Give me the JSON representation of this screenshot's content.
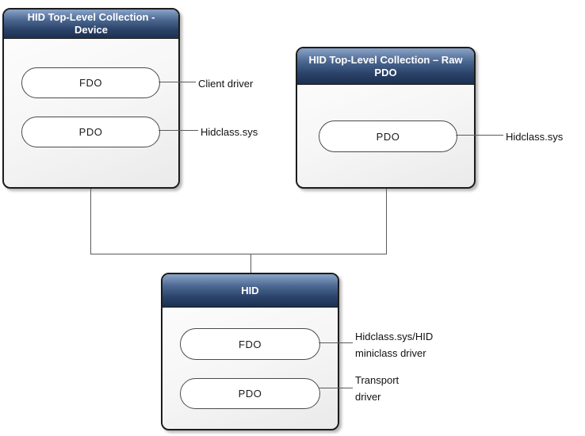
{
  "diagram": {
    "type": "block-diagram",
    "subject": "HID device object stacks",
    "colors": {
      "header_gradient_top": "#8aa3c8",
      "header_gradient_bottom": "#1d3050",
      "header_text": "#ffffff",
      "node_border": "#1c1c1c",
      "node_body_top": "#fefefe",
      "node_body_bottom": "#eaeaea",
      "pill_fill": "#ffffff",
      "pill_border": "#4a4a4a",
      "connector": "#5a5a5a",
      "annotation_text": "#111111"
    }
  },
  "nodes": [
    {
      "id": "tlc-device",
      "title": "HID Top-Level Collection - Device",
      "pills": [
        {
          "label": "FDO",
          "annotation": "Client driver"
        },
        {
          "label": "PDO",
          "annotation": "Hidclass.sys"
        }
      ]
    },
    {
      "id": "tlc-raw-pdo",
      "title": "HID Top-Level Collection – Raw PDO",
      "pills": [
        {
          "label": "PDO",
          "annotation": "Hidclass.sys"
        }
      ]
    },
    {
      "id": "hid",
      "title": "HID",
      "pills": [
        {
          "label": "FDO",
          "annotation": "Hidclass.sys/HID\nminiclass driver"
        },
        {
          "label": "PDO",
          "annotation": "Transport\ndriver"
        }
      ]
    }
  ],
  "connections": [
    {
      "from": "tlc-device",
      "to": "hid"
    },
    {
      "from": "tlc-raw-pdo",
      "to": "hid"
    }
  ]
}
